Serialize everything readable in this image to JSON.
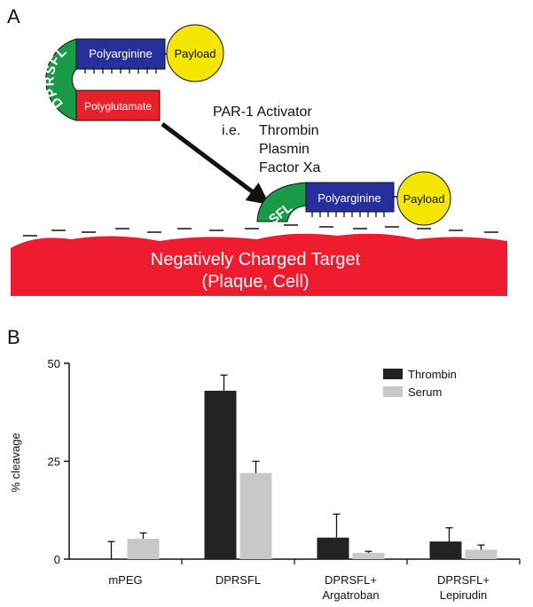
{
  "panel_a": {
    "label": "A",
    "ring_text": "DPRSFL",
    "polyarginine": "Polyarginine",
    "polyglutamate": "Polyglutamate",
    "payload": "Payload",
    "activator_title": "PAR-1 Activator",
    "activator_prefix": "i.e.",
    "activator_items": [
      "Thrombin",
      "Plasmin",
      "Factor Xa"
    ],
    "cleaved_text": "SFL",
    "target_line1": "Negatively Charged Target",
    "target_line2": "(Plaque, Cell)",
    "colors": {
      "green": "#1a9a48",
      "blue": "#27309a",
      "red": "#e8202a",
      "yellow": "#f5e600",
      "target_red": "#ee1c2e"
    }
  },
  "panel_b": {
    "label": "B",
    "chart_data": {
      "type": "bar",
      "ylabel": "% cleavage",
      "ylim": [
        0,
        50
      ],
      "yticks": [
        0,
        25,
        50
      ],
      "categories": [
        [
          "mPEG"
        ],
        [
          "DPRSFL"
        ],
        [
          "DPRSFL+",
          "Argatroban"
        ],
        [
          "DPRSFL+",
          "Lepirudin"
        ]
      ],
      "series": [
        {
          "name": "Thrombin",
          "color": "#222222",
          "values": [
            0,
            43,
            5.5,
            4.5
          ],
          "errors": [
            4.5,
            4,
            6,
            3.5
          ]
        },
        {
          "name": "Serum",
          "color": "#c8c8c8",
          "values": [
            5.2,
            22,
            1.6,
            2.4
          ],
          "errors": [
            1.5,
            3,
            0.4,
            1.2
          ]
        }
      ],
      "legend": "top-right",
      "grid": false
    }
  }
}
